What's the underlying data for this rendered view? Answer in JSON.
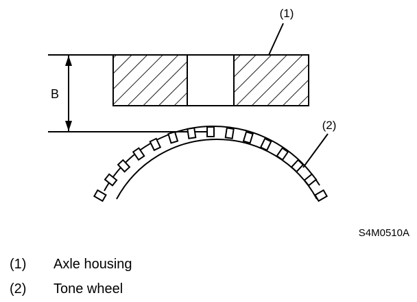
{
  "diagram": {
    "dimension_label": "B",
    "callout_1": "(1)",
    "callout_2": "(2)",
    "figure_code": "S4M0510A"
  },
  "legend": [
    {
      "number": "(1)",
      "label": "Axle housing"
    },
    {
      "number": "(2)",
      "label": "Tone wheel"
    }
  ]
}
